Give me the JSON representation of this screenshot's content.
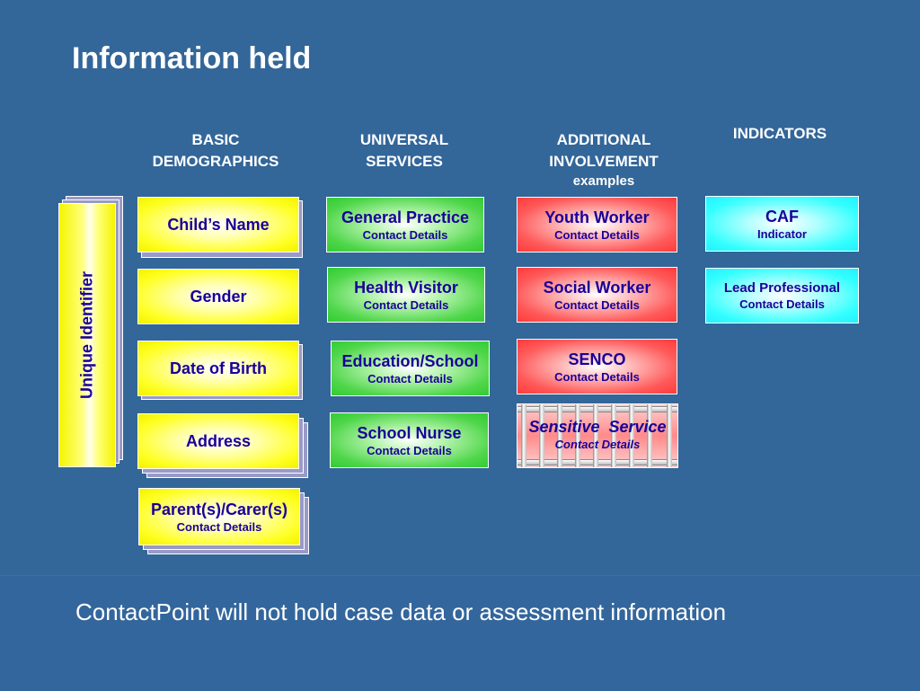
{
  "title": "Information held",
  "columns": {
    "basic": "BASIC DEMOGRAPHICS",
    "universal": "UNIVERSAL SERVICES",
    "additional": "ADDITIONAL INVOLVEMENT",
    "additional_sub": "examples",
    "indicators": "INDICATORS"
  },
  "unique_identifier": "Unique Identifier",
  "basic": {
    "childs_name": "Child’s Name",
    "gender": "Gender",
    "dob": "Date of Birth",
    "address": "Address",
    "parents": "Parent(s)/Carer(s)",
    "parents_sub": "Contact Details"
  },
  "universal": {
    "gp": "General Practice",
    "gp_sub": "Contact Details",
    "hv": "Health Visitor",
    "hv_sub": "Contact Details",
    "edu": "Education/School",
    "edu_sub": "Contact Details",
    "nurse": "School Nurse",
    "nurse_sub": "Contact Details"
  },
  "additional": {
    "youth": "Youth Worker",
    "youth_sub": "Contact Details",
    "social": "Social Worker",
    "social_sub": "Contact Details",
    "senco": "SENCO",
    "senco_sub": "Contact Details",
    "sensitive": "Sensitive  Service",
    "sensitive_sub": "Contact Details"
  },
  "indicators": {
    "caf": "CAF",
    "caf_sub": "Indicator",
    "lead": "Lead Professional",
    "lead_sub": "Contact Details"
  },
  "footer": "ContactPoint will not hold case data or assessment information",
  "colors": {
    "background": "#336699",
    "box_text": "#1a0099",
    "yellow": "#ffff22",
    "green": "#33cc33",
    "red": "#ff3b3b",
    "cyan": "#33ffff"
  }
}
